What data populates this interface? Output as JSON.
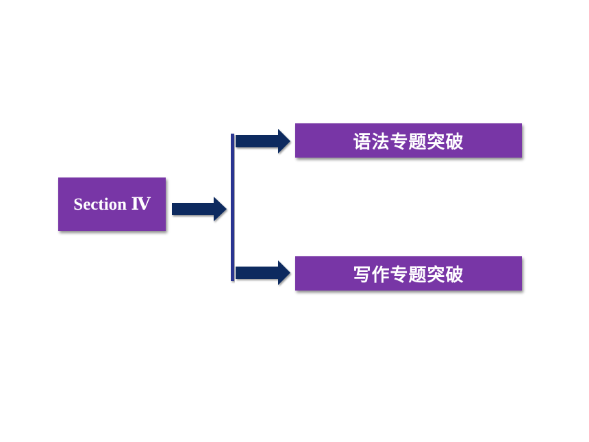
{
  "diagram": {
    "source": {
      "label": "Section Ⅳ"
    },
    "branches": [
      {
        "label": "语法专题突破"
      },
      {
        "label": "写作专题突破"
      }
    ]
  },
  "colors": {
    "box_fill": "#7836a6",
    "box_text": "#ffffff",
    "arrow": "#0d2a5e",
    "bracket": "#2b3591"
  }
}
